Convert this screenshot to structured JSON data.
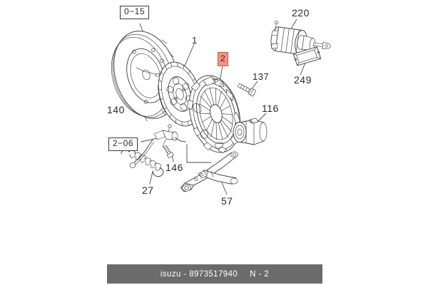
{
  "diagram": {
    "title": "Isuzu clutch assembly exploded parts diagram",
    "background_color": "#ffffff",
    "line_color": "#3a3a3a",
    "highlight_color": "#f59186",
    "highlight_border_color": "#d9564b"
  },
  "section_labels": [
    {
      "id": "sec-0-15",
      "text": "0−15"
    },
    {
      "id": "sec-2-06",
      "text": "2−06"
    }
  ],
  "highlight_markers": [
    {
      "id": "marker-2",
      "text": "2"
    }
  ],
  "callouts": [
    {
      "id": "callout-1",
      "text": "1",
      "part": "clutch-disc"
    },
    {
      "id": "callout-140",
      "text": "140",
      "part": "flywheel"
    },
    {
      "id": "callout-137",
      "text": "137",
      "part": "bolt"
    },
    {
      "id": "callout-116",
      "text": "116",
      "part": "release-bearing"
    },
    {
      "id": "callout-220",
      "text": "220",
      "part": "clutch-slave-cylinder"
    },
    {
      "id": "callout-249",
      "text": "249",
      "part": "gasket"
    },
    {
      "id": "callout-146",
      "text": "146",
      "part": "bolt"
    },
    {
      "id": "callout-27",
      "text": "27",
      "part": "return-spring"
    },
    {
      "id": "callout-57",
      "text": "57",
      "part": "release-fork"
    }
  ],
  "footer": {
    "brand_part": "isuzu - 8973517940",
    "page_ref": "N - 2",
    "bar_color": "#6b6b6b",
    "text_color": "#ffffff"
  }
}
